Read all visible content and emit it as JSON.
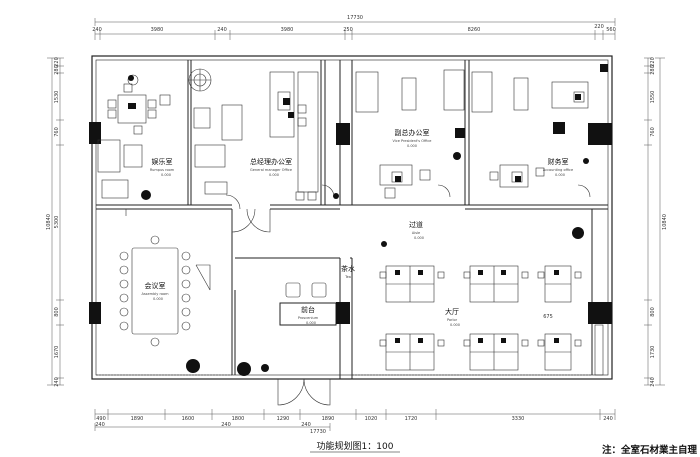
{
  "dimensions": {
    "total_top": "17730",
    "total_bottom": "17730",
    "top": [
      "240",
      "3980",
      "240",
      "3980",
      "250",
      "8260",
      "220",
      "560"
    ],
    "bottom": [
      "490",
      "1890",
      "1600",
      "1800",
      "1290",
      "1890",
      "1020",
      "1720",
      "3330",
      "240"
    ],
    "bottom_extra": [
      "240",
      "240",
      "240"
    ],
    "left_total": "10840",
    "left": [
      "220",
      "280",
      "1530",
      "760",
      "5300",
      "800",
      "1670",
      "240"
    ],
    "right_total": "10840",
    "right": [
      "220",
      "280",
      "1550",
      "760",
      "800",
      "1730",
      "240"
    ],
    "interior": [
      "675"
    ]
  },
  "rooms": [
    {
      "key": "leisure",
      "cn": "娱乐室",
      "en": "Rumpus room",
      "elev": "0.000"
    },
    {
      "key": "gm",
      "cn": "总经理办公室",
      "en": "General manager Office",
      "elev": "0.000"
    },
    {
      "key": "vp",
      "cn": "副总办公室",
      "en": "Vice President's Office",
      "elev": "0.000"
    },
    {
      "key": "finance",
      "cn": "财务室",
      "en": "Accounting office",
      "elev": "0.000"
    },
    {
      "key": "corridor",
      "cn": "过道",
      "en": "Aisle",
      "elev": "0.000"
    },
    {
      "key": "meeting",
      "cn": "会议室",
      "en": "Assembly room",
      "elev": "0.000"
    },
    {
      "key": "tea",
      "cn": "茶水",
      "en": "Tea",
      "elev": ""
    },
    {
      "key": "reception",
      "cn": "前台",
      "en": "Proscenium",
      "elev": "0.000"
    },
    {
      "key": "hall",
      "cn": "大厅",
      "en": "Parlor",
      "elev": "0.000"
    }
  ],
  "caption": "功能规划图1：100",
  "note": "注：全室石材業主自理"
}
